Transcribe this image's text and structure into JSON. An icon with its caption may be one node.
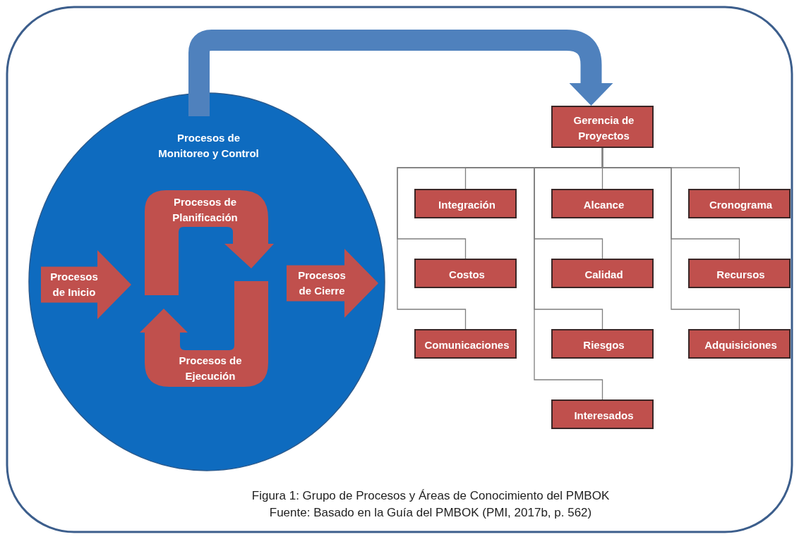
{
  "diagram": {
    "caption": "Figura 1: Grupo de Procesos y Áreas de Conocimiento del PMBOK",
    "nodes": [
      {
        "text": [
          "Procesos de Monitoreo y Control"
        ]
      },
      {
        "text": [
          "Procesos de Inicio"
        ],
        "in": 0
      },
      {
        "text": [
          "Procesos de Planificación"
        ],
        "in": 0
      },
      {
        "text": [
          "Procesos de Ejecución"
        ],
        "in": 0
      },
      {
        "text": [
          "Procesos de Cierre"
        ],
        "in": 0
      },
      {
        "text": [
          "Gerencia de Proyectos"
        ]
      },
      {
        "text": [
          "Integración"
        ]
      },
      {
        "text": [
          "Alcance"
        ]
      },
      {
        "text": [
          "Cronograma"
        ]
      },
      {
        "text": [
          "Costos"
        ]
      },
      {
        "text": [
          "Calidad"
        ]
      },
      {
        "text": [
          "Recursos"
        ]
      },
      {
        "text": [
          "Comunicaciones"
        ]
      },
      {
        "text": [
          "Riesgos"
        ]
      },
      {
        "text": [
          "Adquisiciones"
        ]
      },
      {
        "text": [
          "Interesados"
        ]
      }
    ],
    "edges": [
      {
        "from": 0,
        "to": 5,
        "arrow": "to",
        "style": "thick",
        "color": "#4f81bd"
      },
      {
        "from": 5,
        "to": 6,
        "arrow": "none"
      },
      {
        "from": 5,
        "to": 7,
        "arrow": "none"
      },
      {
        "from": 5,
        "to": 8,
        "arrow": "none"
      },
      {
        "from": 5,
        "to": 9,
        "arrow": "none"
      },
      {
        "from": 5,
        "to": 10,
        "arrow": "none"
      },
      {
        "from": 5,
        "to": 11,
        "arrow": "none"
      },
      {
        "from": 5,
        "to": 12,
        "arrow": "none"
      },
      {
        "from": 5,
        "to": 13,
        "arrow": "none"
      },
      {
        "from": 5,
        "to": 14,
        "arrow": "none"
      },
      {
        "from": 5,
        "to": 15,
        "arrow": "none"
      }
    ],
    "labels": [
      "Fuente: Basado en la Guía del PMBOK (PMI, 2017b, p. 562)"
    ]
  }
}
